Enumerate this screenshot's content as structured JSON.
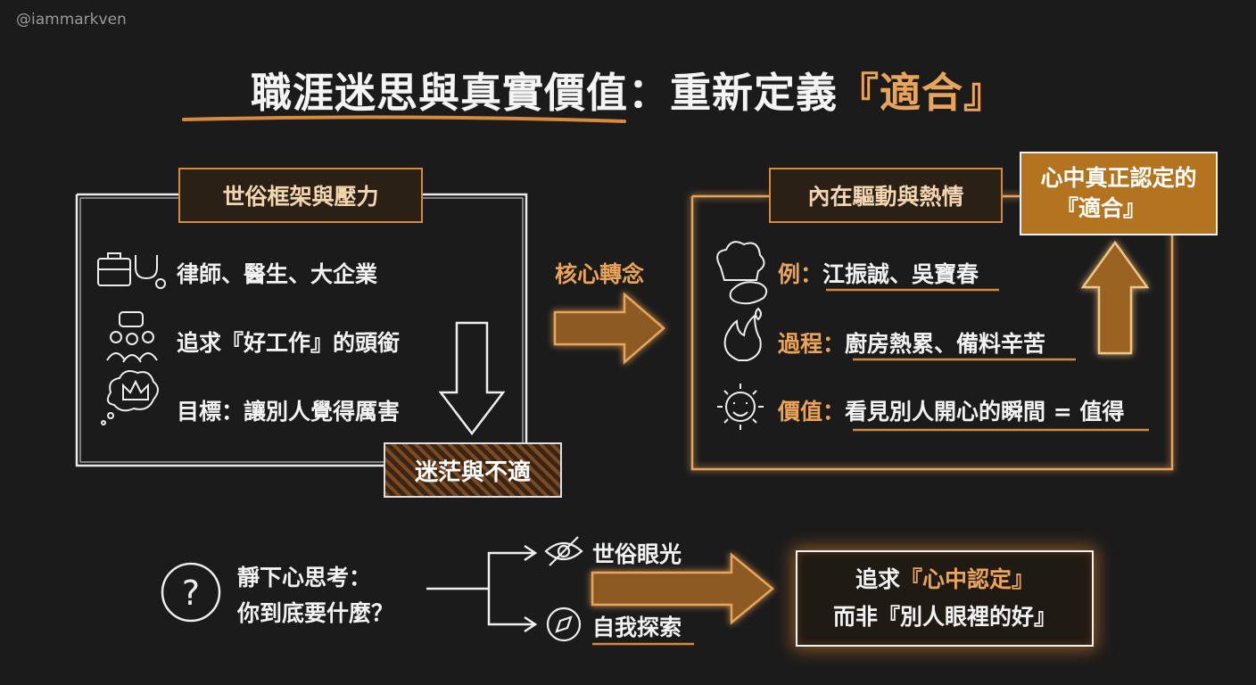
{
  "handle": "@iammarkven",
  "title": {
    "main": "職涯迷思與真實價值：重新定義",
    "highlight": "『適合』"
  },
  "left_panel": {
    "tag": "世俗框架與壓力",
    "items": [
      {
        "icon": "briefcase-stethoscope-icon",
        "text": "律師、醫生、大企業"
      },
      {
        "icon": "people-chat-icon",
        "text": "追求『好工作』的頭銜"
      },
      {
        "icon": "crown-thought-icon",
        "text": "目標：讓別人覺得厲害"
      }
    ],
    "result": "迷茫與不適"
  },
  "core_shift": "核心轉念",
  "right_panel": {
    "tag": "內在驅動與熱情",
    "items": [
      {
        "icon": "chef-hat-bread-icon",
        "label": "例：",
        "text": "江振誠、吳寶春"
      },
      {
        "icon": "fire-drop-icon",
        "label": "過程：",
        "text": "廚房熱累、備料辛苦"
      },
      {
        "icon": "smiling-sun-icon",
        "label": "價值：",
        "text": "看見別人開心的瞬間 = 值得"
      }
    ],
    "callout_line1": "心中真正認定的",
    "callout_line2": "『適合』"
  },
  "bottom": {
    "question_line1": "靜下心思考：",
    "question_line2": "你到底要什麼？",
    "branch_top": "世俗眼光",
    "branch_bottom": "自我探索",
    "final_line1_pre": "追求",
    "final_line1_hl": "『心中認定』",
    "final_line2": "而非『別人眼裡的好』"
  },
  "colors": {
    "background": "#1b1b1b",
    "accent": "#e9a45a",
    "accent_dark": "#b4741f",
    "text": "#f2f2f2"
  }
}
